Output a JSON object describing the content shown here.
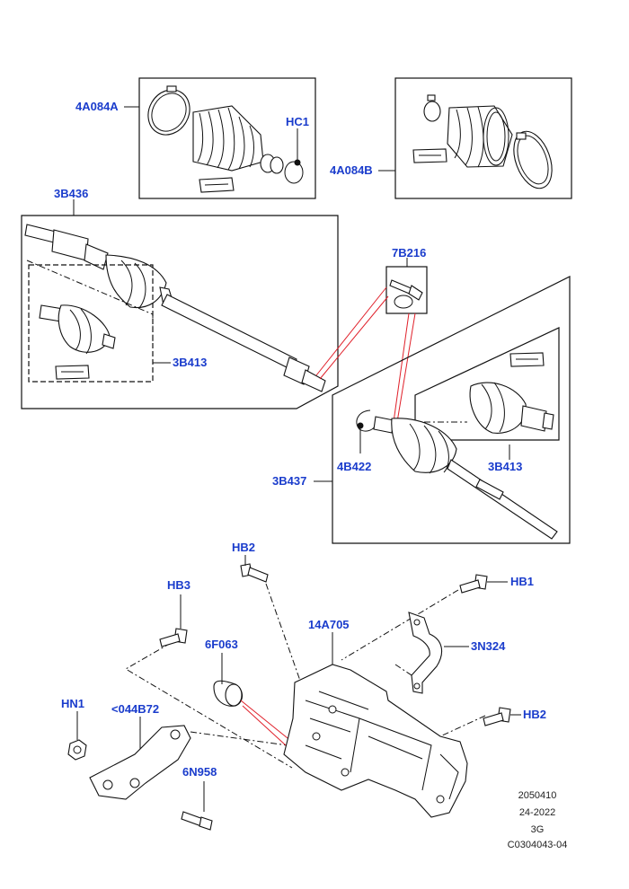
{
  "callouts": {
    "boot_kit_inner": "4A084A",
    "clip_hc1": "HC1",
    "boot_kit_outer": "4A084B",
    "halfshaft_front": "3B436",
    "cv_joint_upper": "3B413",
    "bearing_tool": "7B216",
    "snap_ring": "4B422",
    "halfshaft_rear": "3B437",
    "cv_joint_lower": "3B413",
    "bolt_hb2_top": "HB2",
    "bolt_hb3": "HB3",
    "bolt_hb1": "HB1",
    "housing": "14A705",
    "bushing": "6F063",
    "bracket": "3N324",
    "nut_hn1": "HN1",
    "arm": "<044B72",
    "bolt_hb2_right": "HB2",
    "bolt_6n958": "6N958"
  },
  "reference": {
    "line1": "2050410",
    "line2": "24-2022",
    "line3": "3G",
    "line4": "C0304043-04"
  },
  "colors": {
    "callout": "#1a3ccc",
    "line": "#111111",
    "highlight_leader": "#e0202a"
  }
}
